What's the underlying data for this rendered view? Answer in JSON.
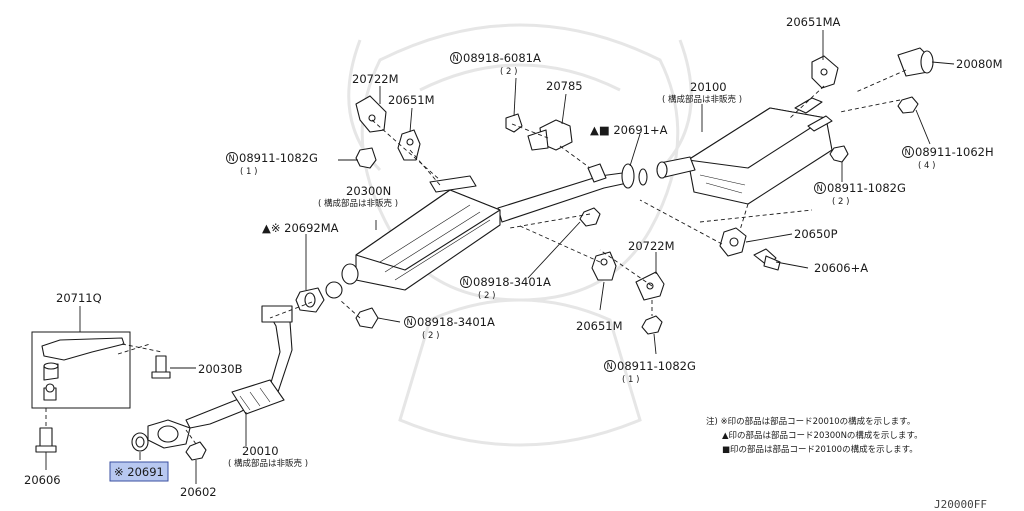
{
  "diagram_code": "J20000FF",
  "highlight_color": "#b8c8f0",
  "callouts": {
    "p20651MA": "20651MA",
    "p20080M": "20080M",
    "n08918_6081A": "08918-6081A",
    "n08918_6081A_q": "( 2 )",
    "p20722M_top": "20722M",
    "p20785": "20785",
    "p20100": "20100",
    "p20100_sub": "( 構成部品は非販売 )",
    "p20691A": "▲■ 20691+A",
    "p20651M_top": "20651M",
    "n08911_1082G_a": "08911-1082G",
    "n08911_1082G_a_q": "( 1 )",
    "n08911_1062H": "08911-1062H",
    "n08911_1062H_q": "( 4 )",
    "n08911_1082G_b": "08911-1082G",
    "n08911_1082G_b_q": "( 2 )",
    "p20300N": "20300N",
    "p20300N_sub": "( 構成部品は非販売 )",
    "p20692MA": "▲※ 20692MA",
    "p20650P": "20650P",
    "p20722M_mid": "20722M",
    "p20606A": "20606+A",
    "n08918_3401A_a": "08918-3401A",
    "n08918_3401A_a_q": "( 2 )",
    "p20711Q": "20711Q",
    "n08918_3401A_b": "08918-3401A",
    "n08918_3401A_b_q": "( 2 )",
    "p20651M_mid": "20651M",
    "p20030B": "20030B",
    "n08911_1082G_c": "08911-1082G",
    "n08911_1082G_c_q": "( 1 )",
    "p20010": "20010",
    "p20010_sub": "( 構成部品は非販売 )",
    "p20606": "20606",
    "p20691": "※ 20691",
    "p20602": "20602"
  },
  "notes": [
    "注) ※印の部品は部品コード20010の構成を示します。",
    "▲印の部品は部品コード20300Nの構成を示します。",
    "■印の部品は部品コード20100の構成を示します。"
  ]
}
